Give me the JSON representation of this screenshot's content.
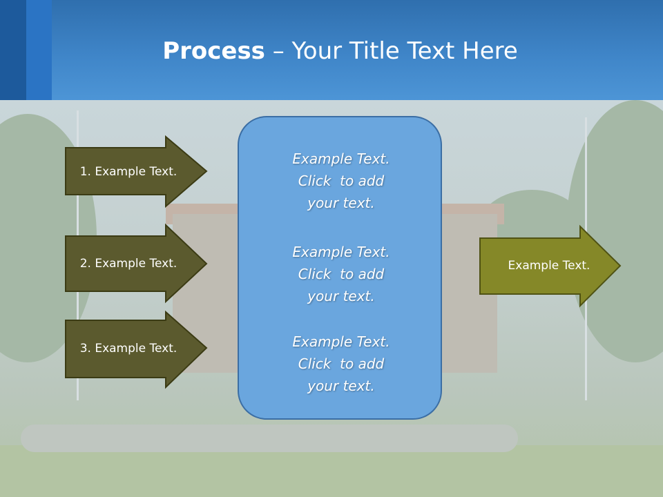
{
  "header": {
    "title_bold": "Process",
    "title_rest": " – Your Title Text Here"
  },
  "left_arrows": [
    {
      "label": "1. Example Text."
    },
    {
      "label": "2. Example Text."
    },
    {
      "label": "3. Example Text."
    }
  ],
  "center_box": {
    "blocks": [
      {
        "lines": [
          "Example Text.",
          "Click  to add",
          "your text."
        ]
      },
      {
        "lines": [
          "Example Text.",
          "Click  to add",
          "your text."
        ]
      },
      {
        "lines": [
          "Example Text.",
          "Click  to add",
          "your text."
        ]
      }
    ]
  },
  "right_arrow": {
    "label": "Example Text."
  },
  "colors": {
    "header_blue": "#3f85c8",
    "left_arrow_fill": "#5b5a2e",
    "right_arrow_fill": "#858828",
    "center_box_fill": "#6aa6de"
  }
}
